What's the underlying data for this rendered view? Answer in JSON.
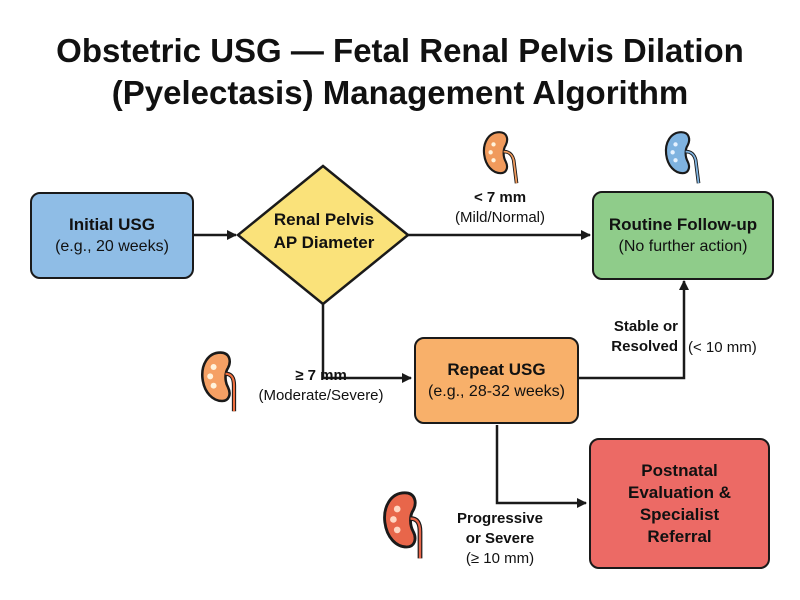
{
  "title": {
    "line1": "Obstetric USG — Fetal Renal Pelvis Dilation",
    "line2": "(Pyelectasis) Management Algorithm"
  },
  "nodes": {
    "initial": {
      "main": "Initial USG",
      "sub": "(e.g., 20 weeks)",
      "color": "#8fbde6"
    },
    "decision": {
      "line1": "Renal Pelvis",
      "line2": "AP Diameter",
      "color": "#fae27a"
    },
    "routine": {
      "main": "Routine Follow-up",
      "sub": "(No further action)",
      "color": "#8fcc8a"
    },
    "repeat": {
      "main": "Repeat USG",
      "sub": "(e.g., 28-32 weeks)",
      "color": "#f8b06a"
    },
    "postnatal": {
      "line1": "Postnatal",
      "line2": "Evaluation &",
      "line3": "Specialist",
      "line4": "Referral",
      "color": "#ec6a65"
    }
  },
  "edges": {
    "lt7": {
      "main": "< 7 mm",
      "sub": "(Mild/Normal)"
    },
    "ge7": {
      "main": "≥ 7 mm",
      "sub": "(Moderate/Severe)"
    },
    "stable": {
      "line1": "Stable or",
      "line2": "Resolved",
      "sub": "(< 10 mm)"
    },
    "progressive": {
      "line1": "Progressive",
      "line2": "or Severe",
      "sub": "(≥ 10 mm)"
    }
  },
  "icons": {
    "kidney_top_orange": "kidney-icon",
    "kidney_top_blue": "kidney-icon",
    "kidney_mid": "kidney-icon",
    "kidney_bottom": "kidney-icon"
  }
}
